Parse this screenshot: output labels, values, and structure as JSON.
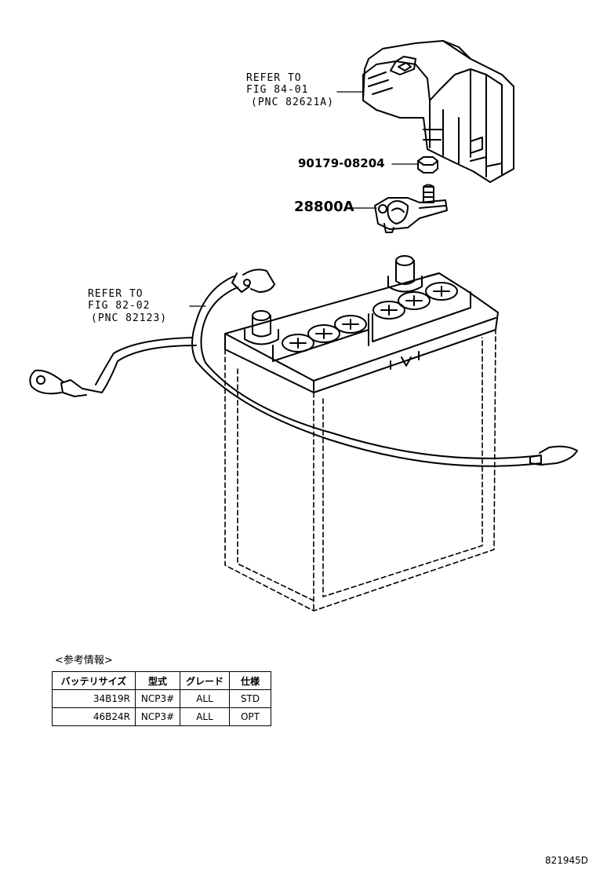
{
  "labels": {
    "refer_fig_84_line1": "REFER TO",
    "refer_fig_84_line2": "FIG 84-01",
    "refer_fig_84_line3": "(PNC 82621A)",
    "refer_fig_82_line1": "REFER TO",
    "refer_fig_82_line2": "FIG 82-02",
    "refer_fig_82_line3": "(PNC 82123)",
    "part_nut": "90179-08204",
    "part_clamp": "28800A"
  },
  "reference_info": {
    "title": "<参考情報>",
    "headers": [
      "バッテリサイズ",
      "型式",
      "グレード",
      "仕様"
    ],
    "rows": [
      [
        "34B19R",
        "NCP3#",
        "ALL",
        "STD"
      ],
      [
        "46B24R",
        "NCP3#",
        "ALL",
        "OPT"
      ]
    ]
  },
  "figure_number": "821945D"
}
